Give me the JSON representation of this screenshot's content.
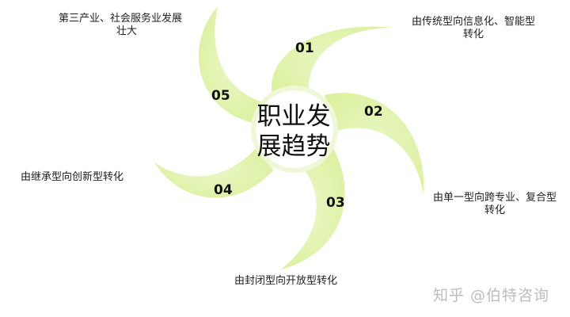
{
  "diagram": {
    "center_title_line1": "职业发",
    "center_title_line2": "展趋势",
    "petal_color": "#e2f4b0",
    "items": [
      {
        "num": "01",
        "label_line1": "由传统型向信息化、智能型",
        "label_line2": "转化"
      },
      {
        "num": "02",
        "label_line1": "由单一型向跨专业、复合型",
        "label_line2": "转化"
      },
      {
        "num": "03",
        "label_line1": "由封闭型向开放型转化",
        "label_line2": ""
      },
      {
        "num": "04",
        "label_line1": "由继承型向创新型转化",
        "label_line2": ""
      },
      {
        "num": "05",
        "label_line1": "第三产业、社会服务业发展",
        "label_line2": "壮大"
      }
    ]
  },
  "watermark": "知乎 @伯特咨询"
}
